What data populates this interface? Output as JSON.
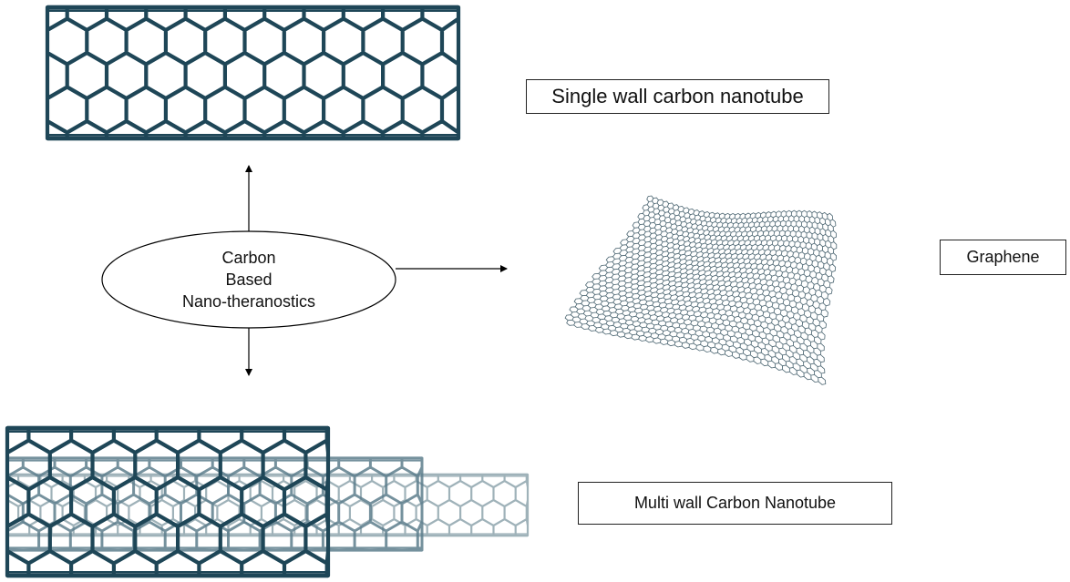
{
  "center": {
    "line1": "Carbon",
    "line2": "Based",
    "line3": "Nano-theranostics"
  },
  "labels": {
    "swcnt": "Single wall carbon nanotube",
    "graphene": "Graphene",
    "mwcnt": "Multi wall Carbon Nanotube"
  },
  "colors": {
    "tube_dark": "#1e4657",
    "tube_mid": "#5d7e8d",
    "tube_light": "#9aaeb6",
    "graphene_edge": "#4a6470",
    "line": "#000000"
  }
}
